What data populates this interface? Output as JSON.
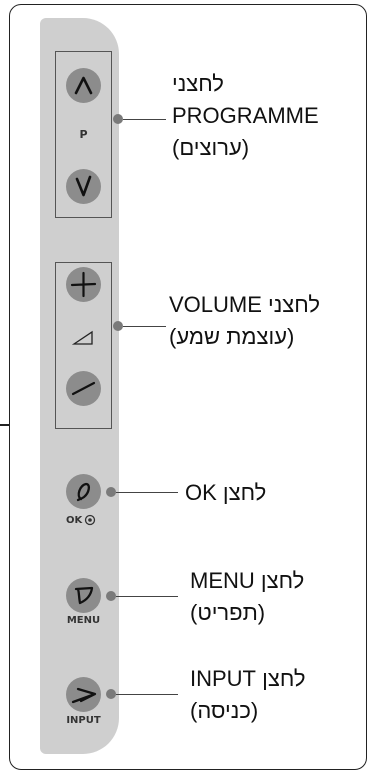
{
  "panel": {
    "programme_small_label": "P",
    "ok_small_label": "OK",
    "menu_small_label": "MENU",
    "input_small_label": "INPUT"
  },
  "callouts": {
    "programme": [
      "לחצני",
      "PROGRAMME",
      "(ערוצים)"
    ],
    "volume": [
      "לחצני VOLUME",
      "(עוצמת שמע)"
    ],
    "ok": [
      "לחצן OK"
    ],
    "menu": [
      "לחצן MENU",
      "(תפריט)"
    ],
    "input": [
      "לחצן INPUT",
      "(כניסה)"
    ]
  },
  "colors": {
    "panel": "#cfcfcf",
    "button": "#8c8c8c",
    "line": "#444444"
  },
  "icons": [
    "caret-up-icon",
    "caret-down-icon",
    "plus-icon",
    "volume-ramp-icon",
    "minus-icon",
    "ok-icon",
    "menu-icon",
    "input-arrow-icon",
    "target-icon"
  ]
}
